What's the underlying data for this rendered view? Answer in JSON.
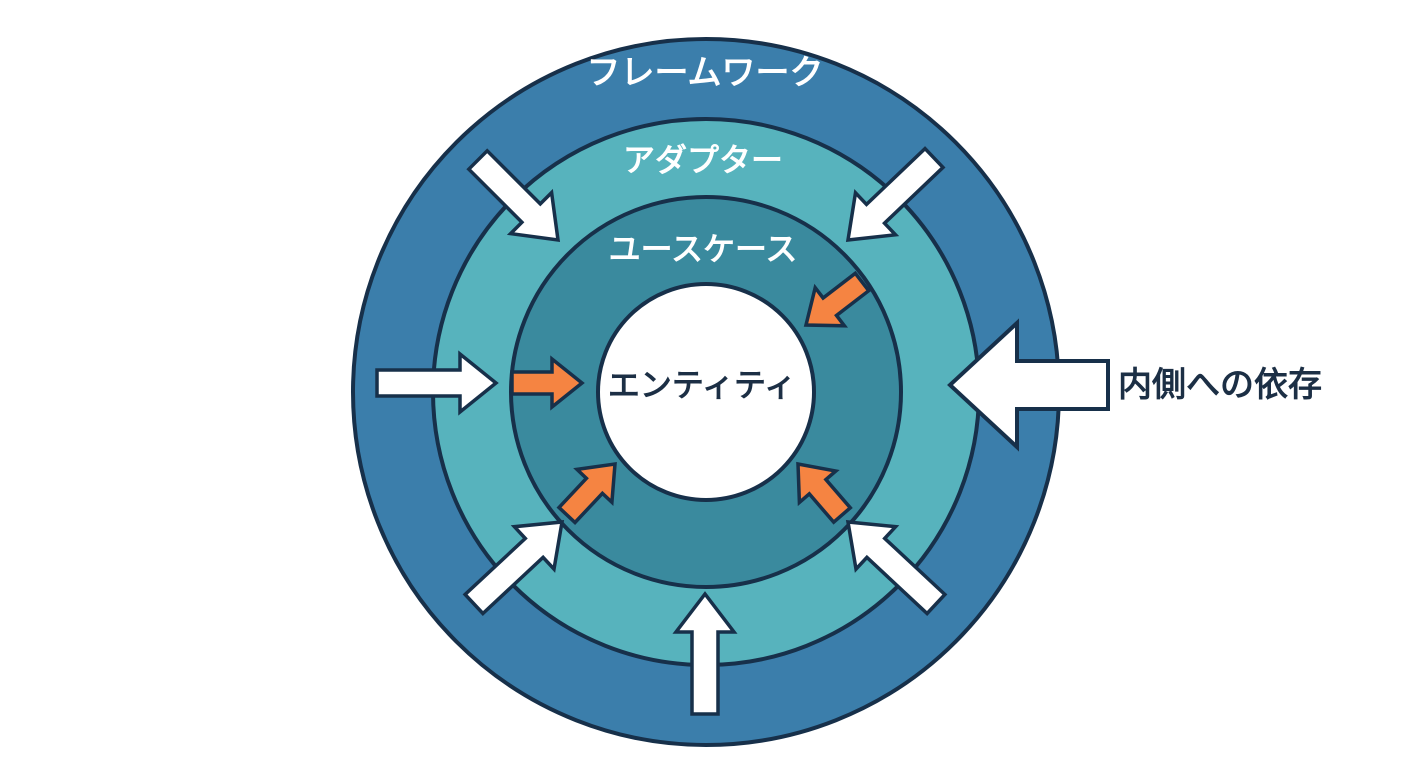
{
  "diagram": {
    "layers": {
      "framework": "フレームワーク",
      "adapter": "アダプター",
      "usecase": "ユースケース",
      "entity": "エンティティ"
    },
    "legend": {
      "label": "内側への依存"
    },
    "colors": {
      "framework": "#3b7eab",
      "adapter": "#57b3bd",
      "usecase": "#3a8a9e",
      "entity": "#ffffff",
      "outline": "#17304a",
      "inner_arrow": "#f58442",
      "outer_arrow": "#ffffff"
    }
  }
}
